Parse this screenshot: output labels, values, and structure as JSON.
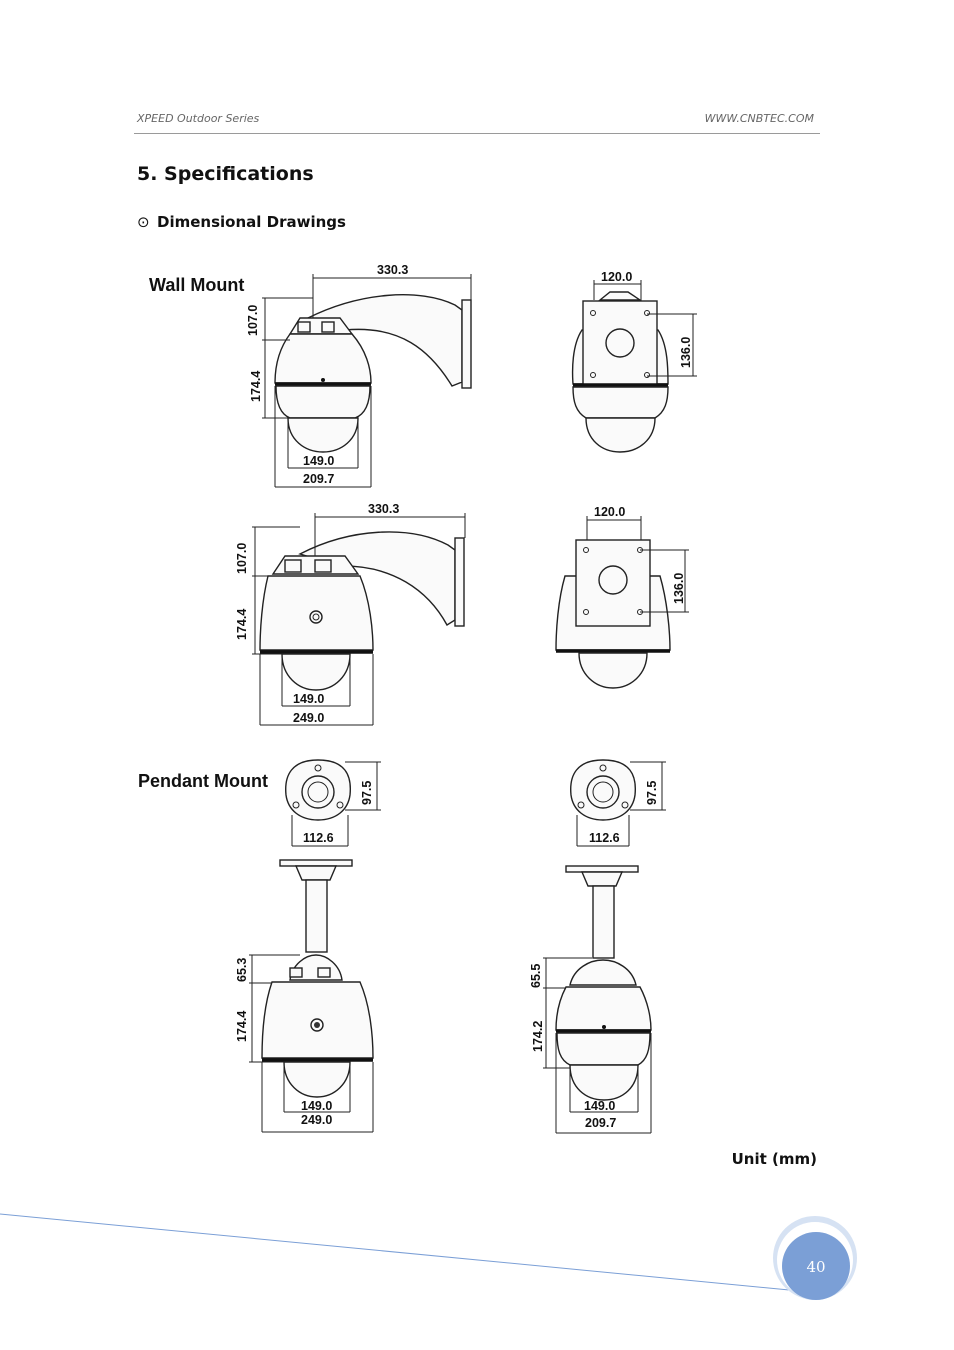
{
  "header": {
    "left": "XPEED Outdoor Series",
    "right": "WWW.CNBTEC.COM"
  },
  "section_title": "5. Specifications",
  "subsection": {
    "bullet": "⊙",
    "title": "Dimensional Drawings"
  },
  "labels": {
    "wall_mount": "Wall Mount",
    "pendant_mount": "Pendant Mount"
  },
  "dims": {
    "wall1_side": {
      "top": "330.3",
      "upper": "107.0",
      "lower": "174.4",
      "inner": "149.0",
      "outer": "209.7"
    },
    "wall1_rear": {
      "top": "120.0",
      "side": "136.0"
    },
    "wall2_side": {
      "top": "330.3",
      "upper": "107.0",
      "lower": "174.4",
      "inner": "149.0",
      "outer": "249.0"
    },
    "wall2_rear": {
      "top": "120.0",
      "side": "136.0"
    },
    "pend1_top": {
      "side": "97.5",
      "bottom": "112.6"
    },
    "pend2_top": {
      "side": "97.5",
      "bottom": "112.6"
    },
    "pend1_side": {
      "upper": "65.3",
      "lower": "174.4",
      "inner": "149.0",
      "outer": "249.0"
    },
    "pend2_side": {
      "upper": "65.5",
      "lower": "174.2",
      "inner": "149.0",
      "outer": "209.7"
    }
  },
  "unit": "Unit (mm)",
  "page_number": "40",
  "colors": {
    "accent_blue": "#7b9fd6",
    "rule_gray": "#9a9a9a"
  }
}
